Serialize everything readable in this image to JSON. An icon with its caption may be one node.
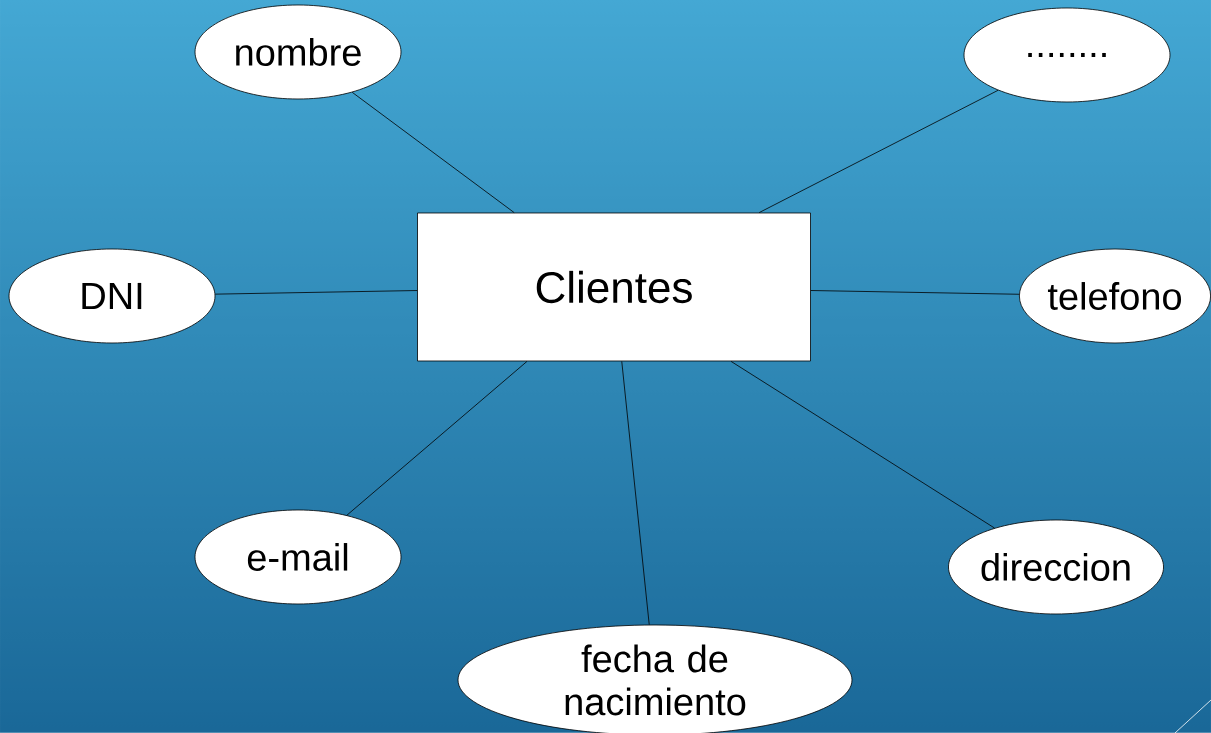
{
  "diagram": {
    "nodes": [
      {
        "text": [
          "Clientes"
        ]
      },
      {
        "text": [
          "nombre"
        ]
      },
      {
        "text": [
          "........"
        ]
      },
      {
        "text": [
          "DNI"
        ]
      },
      {
        "text": [
          "telefono"
        ]
      },
      {
        "text": [
          "e-mail"
        ]
      },
      {
        "text": [
          "direccion"
        ]
      },
      {
        "text": [
          "fecha de nacimiento"
        ]
      }
    ],
    "edges": [
      {
        "from": 0,
        "to": 1,
        "arrow": "none"
      },
      {
        "from": 0,
        "to": 2,
        "arrow": "none"
      },
      {
        "from": 0,
        "to": 3,
        "arrow": "none"
      },
      {
        "from": 0,
        "to": 4,
        "arrow": "none"
      },
      {
        "from": 0,
        "to": 5,
        "arrow": "none"
      },
      {
        "from": 0,
        "to": 6,
        "arrow": "none"
      },
      {
        "from": 0,
        "to": 7,
        "arrow": "none"
      }
    ]
  }
}
